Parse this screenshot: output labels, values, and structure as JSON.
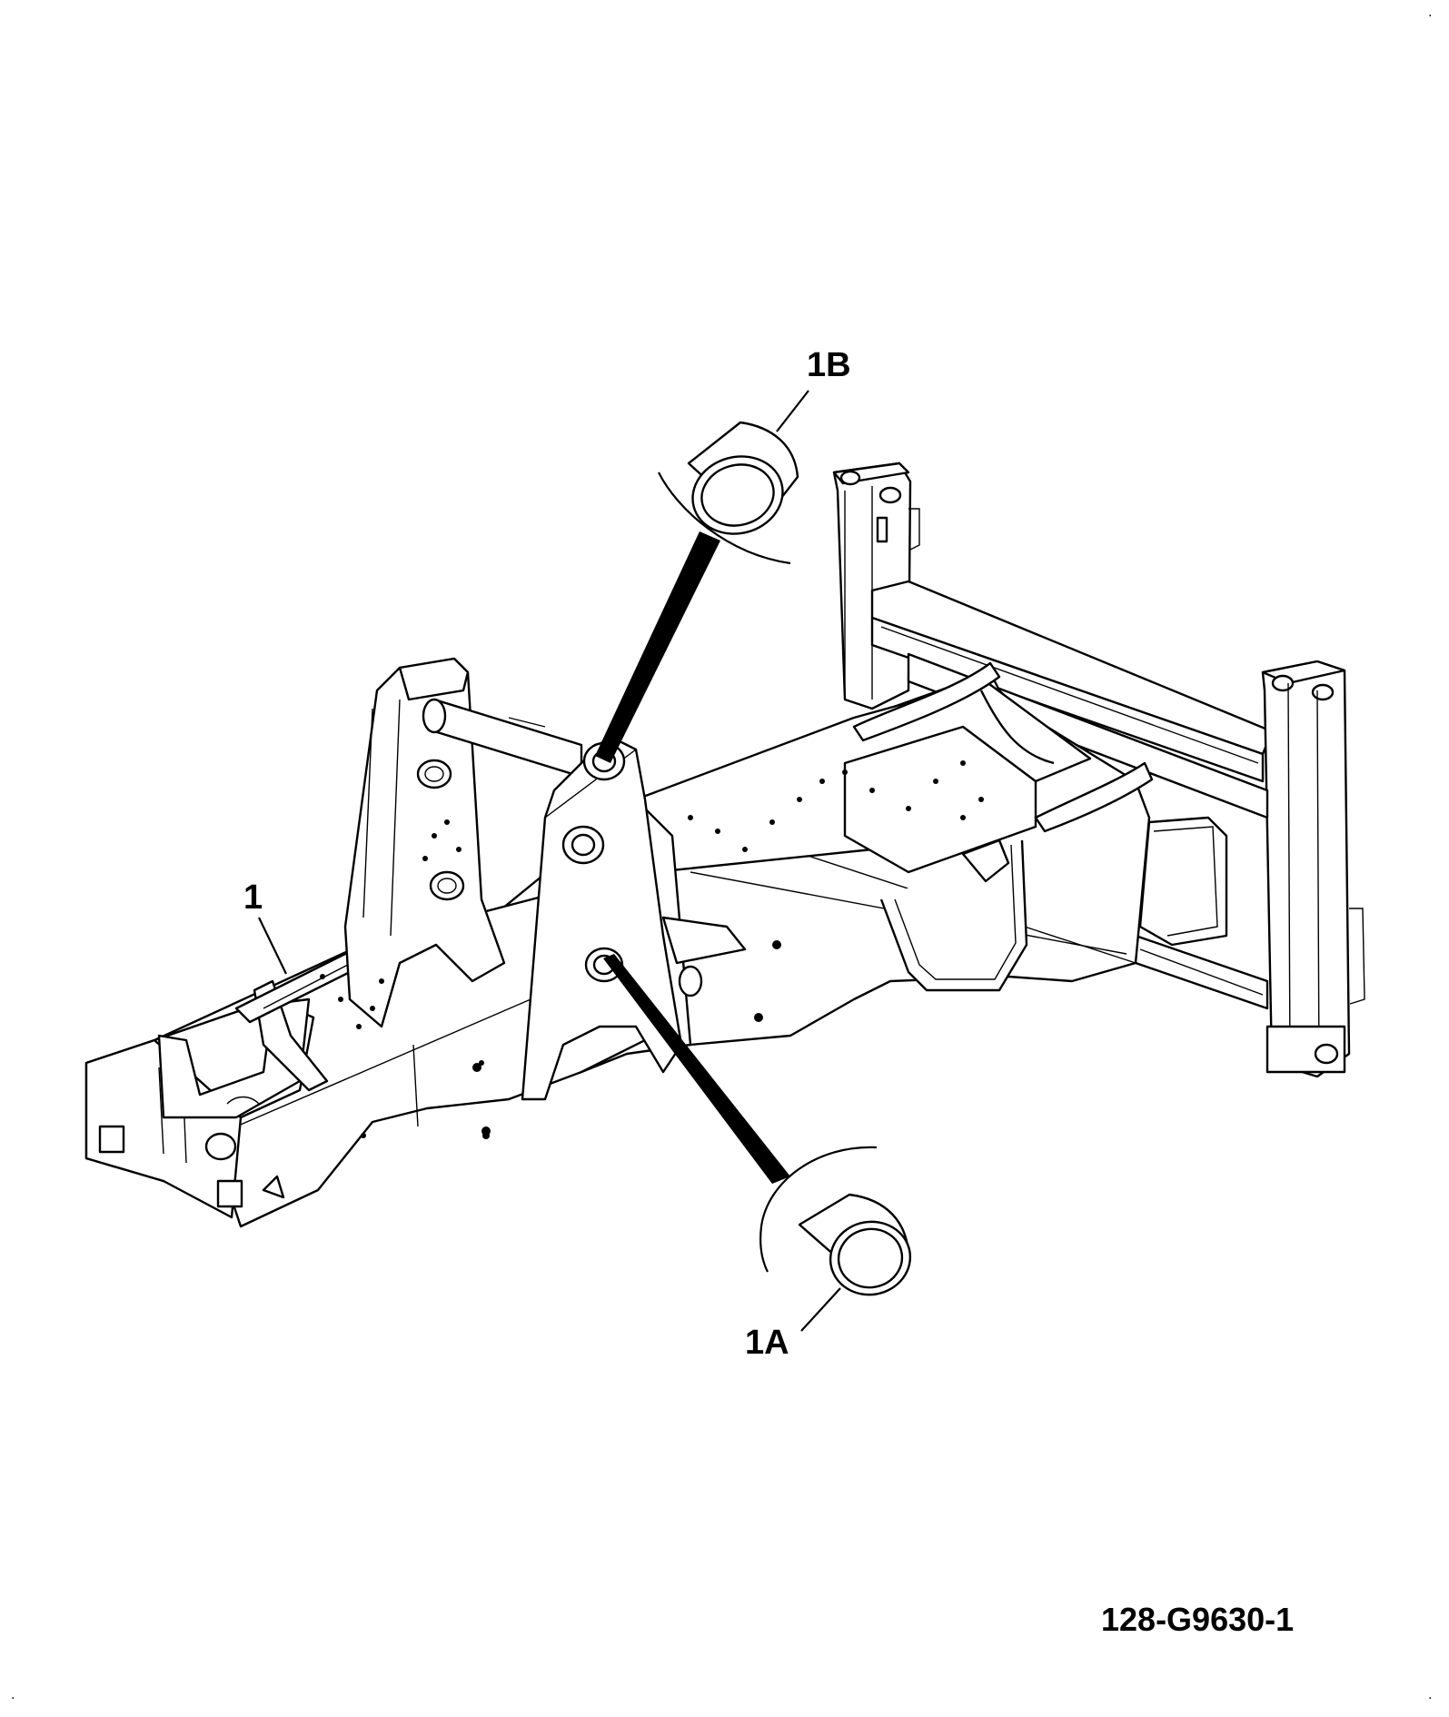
{
  "drawing_code": "128-G9630-1",
  "callouts": {
    "item_1": "1",
    "item_1a": "1A",
    "item_1b": "1B"
  },
  "colors": {
    "ink": "#000000",
    "paper": "#ffffff"
  }
}
